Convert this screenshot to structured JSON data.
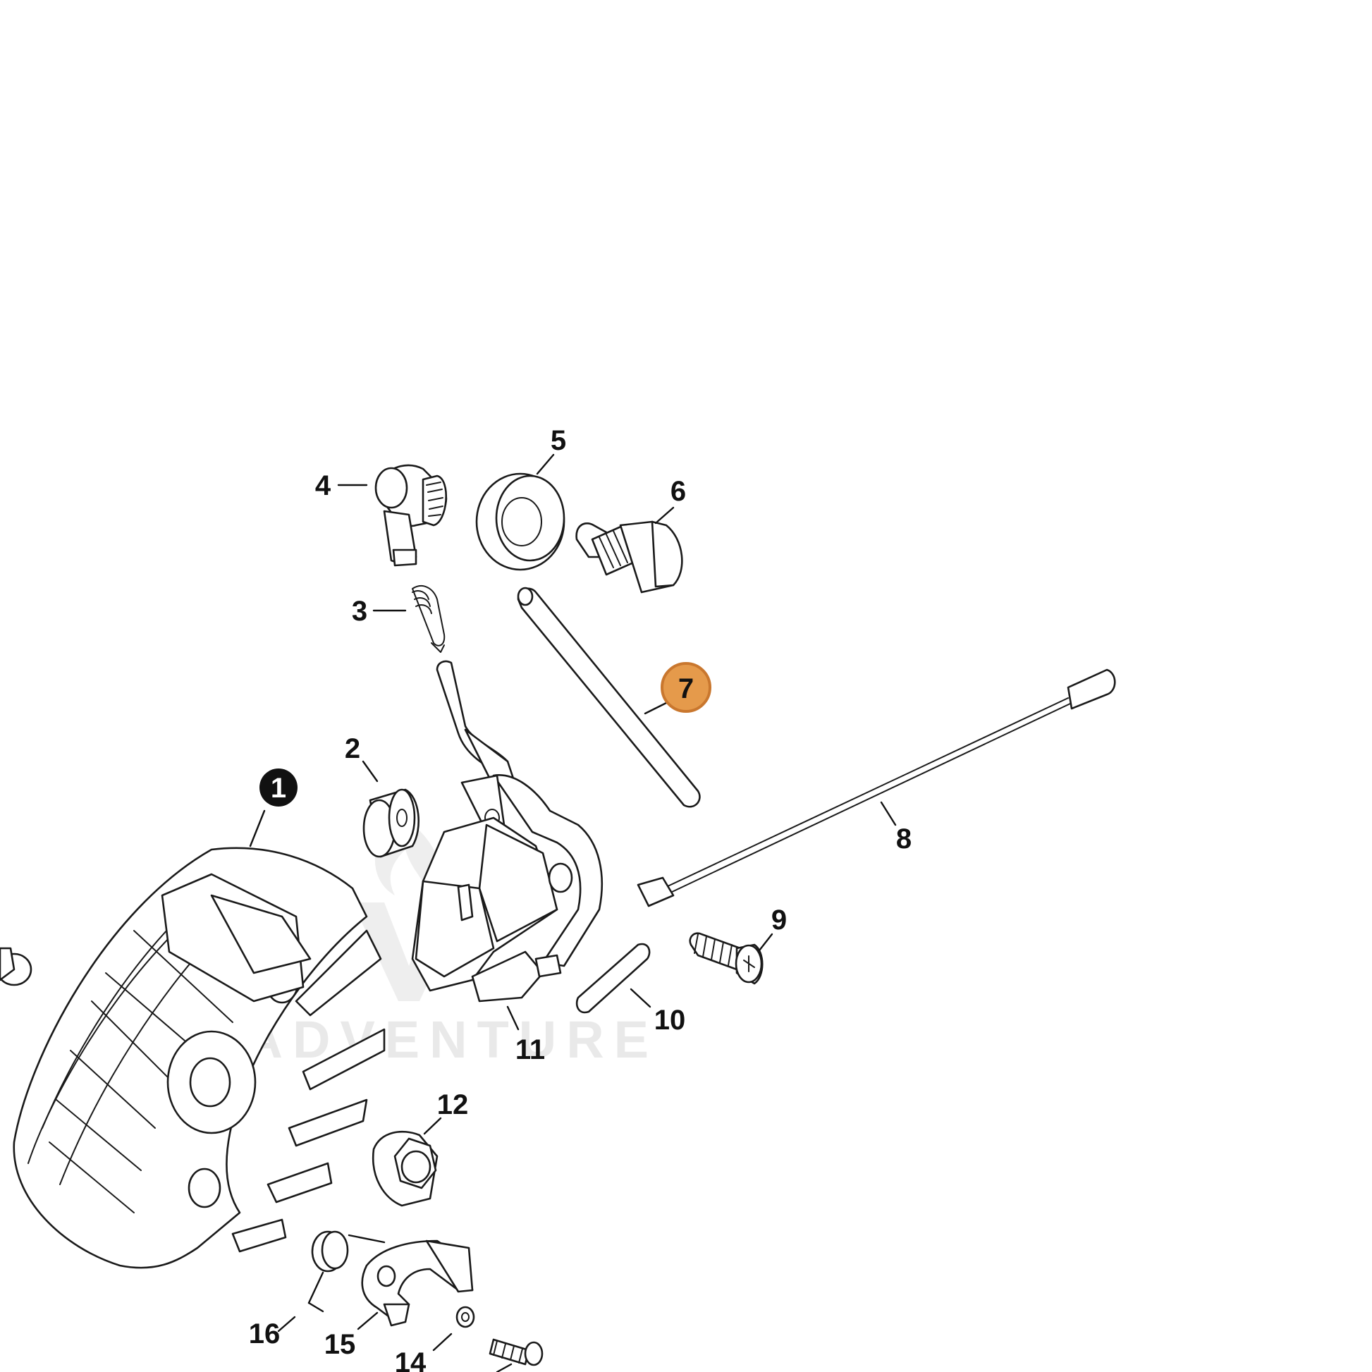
{
  "diagram": {
    "watermark": "LEADVENTURE",
    "highlight_color": "#E59A4B",
    "highlight_stroke": "#C9772E",
    "callouts": [
      {
        "id": "1",
        "label": "1",
        "style": "filled"
      },
      {
        "id": "2",
        "label": "2"
      },
      {
        "id": "3",
        "label": "3"
      },
      {
        "id": "4",
        "label": "4"
      },
      {
        "id": "5",
        "label": "5"
      },
      {
        "id": "6",
        "label": "6"
      },
      {
        "id": "7",
        "label": "7",
        "style": "highlighted"
      },
      {
        "id": "8",
        "label": "8"
      },
      {
        "id": "9",
        "label": "9"
      },
      {
        "id": "10",
        "label": "10"
      },
      {
        "id": "11",
        "label": "11"
      },
      {
        "id": "12",
        "label": "12"
      },
      {
        "id": "14",
        "label": "14"
      },
      {
        "id": "15",
        "label": "15"
      },
      {
        "id": "16",
        "label": "16"
      }
    ]
  }
}
